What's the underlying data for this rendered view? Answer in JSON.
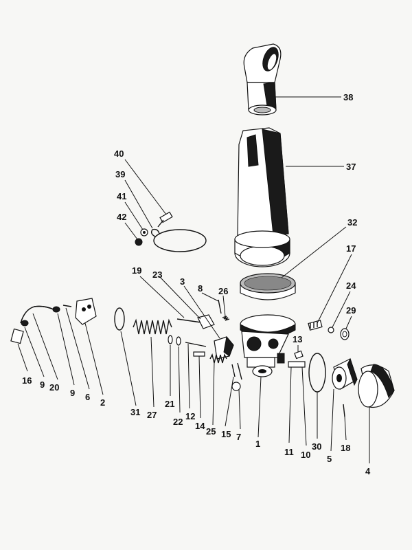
{
  "diagram": {
    "type": "exploded-parts-view",
    "callouts": [
      {
        "id": "p38",
        "label": "38"
      },
      {
        "id": "p37",
        "label": "37"
      },
      {
        "id": "p32",
        "label": "32"
      },
      {
        "id": "p40",
        "label": "40"
      },
      {
        "id": "p39",
        "label": "39"
      },
      {
        "id": "p41",
        "label": "41"
      },
      {
        "id": "p42",
        "label": "42"
      },
      {
        "id": "p17",
        "label": "17"
      },
      {
        "id": "p24",
        "label": "24"
      },
      {
        "id": "p29",
        "label": "29"
      },
      {
        "id": "p19",
        "label": "19"
      },
      {
        "id": "p23",
        "label": "23"
      },
      {
        "id": "p3",
        "label": "3"
      },
      {
        "id": "p8",
        "label": "8"
      },
      {
        "id": "p26",
        "label": "26"
      },
      {
        "id": "p13",
        "label": "13"
      },
      {
        "id": "p16",
        "label": "16"
      },
      {
        "id": "p9a",
        "label": "9"
      },
      {
        "id": "p20",
        "label": "20"
      },
      {
        "id": "p9b",
        "label": "9"
      },
      {
        "id": "p6",
        "label": "6"
      },
      {
        "id": "p2",
        "label": "2"
      },
      {
        "id": "p31",
        "label": "31"
      },
      {
        "id": "p27",
        "label": "27"
      },
      {
        "id": "p21",
        "label": "21"
      },
      {
        "id": "p22",
        "label": "22"
      },
      {
        "id": "p12",
        "label": "12"
      },
      {
        "id": "p14",
        "label": "14"
      },
      {
        "id": "p25",
        "label": "25"
      },
      {
        "id": "p15",
        "label": "15"
      },
      {
        "id": "p7",
        "label": "7"
      },
      {
        "id": "p1",
        "label": "1"
      },
      {
        "id": "p11",
        "label": "11"
      },
      {
        "id": "p10",
        "label": "10"
      },
      {
        "id": "p30",
        "label": "30"
      },
      {
        "id": "p5",
        "label": "5"
      },
      {
        "id": "p18",
        "label": "18"
      },
      {
        "id": "p4",
        "label": "4"
      }
    ]
  }
}
